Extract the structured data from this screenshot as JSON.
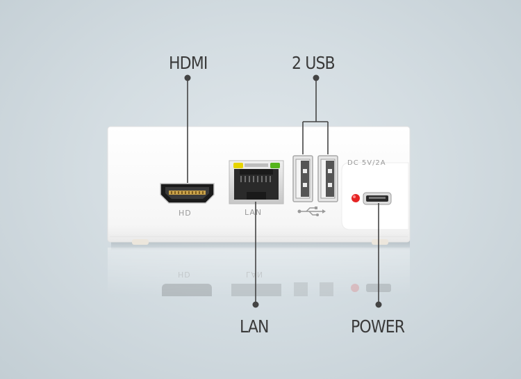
{
  "callouts": {
    "hdmi": "HDMI",
    "usb": "2 USB",
    "lan": "LAN",
    "power": "POWER"
  },
  "device": {
    "hd_label": "HD",
    "lan_label": "LAN",
    "dc_label": "DC 5V/2A",
    "reflected_hd_label": "HD",
    "reflected_lan_label": "LAN"
  },
  "colors": {
    "background": "#d4dde2",
    "device_body": "#fafafa",
    "label_text": "#3a3a3a",
    "led_yellow": "#e6d400",
    "led_green": "#55b51c",
    "power_led": "#e52424"
  },
  "icons": {
    "usb_symbol": "usb-icon"
  }
}
